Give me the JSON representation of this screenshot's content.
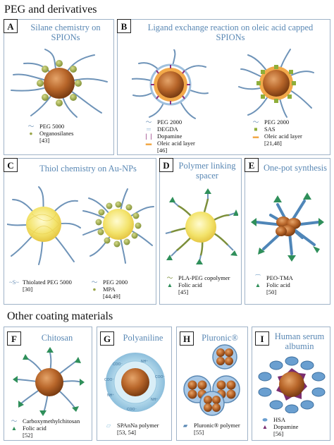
{
  "heading_peg": "PEG and derivatives",
  "heading_other": "Other coating materials",
  "panels": {
    "A": {
      "letter": "A",
      "title": "Silane chemistry on SPIONs",
      "legend": [
        "PEG 5000",
        "Organosilanes",
        "[43]"
      ]
    },
    "B": {
      "letter": "B",
      "title": "Ligand exchange reaction on oleic acid capped SPIONs",
      "legend_left": [
        "PEG 2000",
        "DEGDA",
        "Dopamine",
        "Oleic acid layer",
        "[46]"
      ],
      "legend_right": [
        "PEG 2000",
        "SAS",
        "Oleic acid layer",
        "[21,48]"
      ]
    },
    "C": {
      "letter": "C",
      "title": "Thiol chemistry on Au-NPs",
      "legend_left": [
        "Thiolated PEG 5000",
        "[30]"
      ],
      "legend_right": [
        "PEG 2000",
        "MPA",
        "[44,49]"
      ]
    },
    "D": {
      "letter": "D",
      "title": "Polymer linking spacer",
      "legend": [
        "PLA-PEG copolymer",
        "Folic acid",
        "[45]"
      ]
    },
    "E": {
      "letter": "E",
      "title": "One-pot synthesis",
      "legend": [
        "PEO-TMA",
        "Folic acid",
        "[50]"
      ]
    },
    "F": {
      "letter": "F",
      "title": "Chitosan",
      "legend": [
        "Carboxymethylchitosan",
        "Folic acid",
        "[52]"
      ]
    },
    "G": {
      "letter": "G",
      "title": "Polyaniline",
      "legend": [
        "SPAnNa polymer",
        "[53, 54]"
      ]
    },
    "H": {
      "letter": "H",
      "title": "Pluronic®",
      "legend": [
        "Pluronic® polymer",
        "[55]"
      ]
    },
    "I": {
      "letter": "I",
      "title": "Human serum albumin",
      "legend": [
        "HSA",
        "Dopamine",
        "[56]"
      ]
    }
  },
  "colors": {
    "panel_border": "#9fb3c8",
    "title_blue": "#5a88b4",
    "core_brown": "#b8662a",
    "peg_blue": "#6e93b8",
    "gold_core": "#f3e36b",
    "folic_green": "#2f8f5a",
    "organosilane_green": "#9aa64a"
  }
}
